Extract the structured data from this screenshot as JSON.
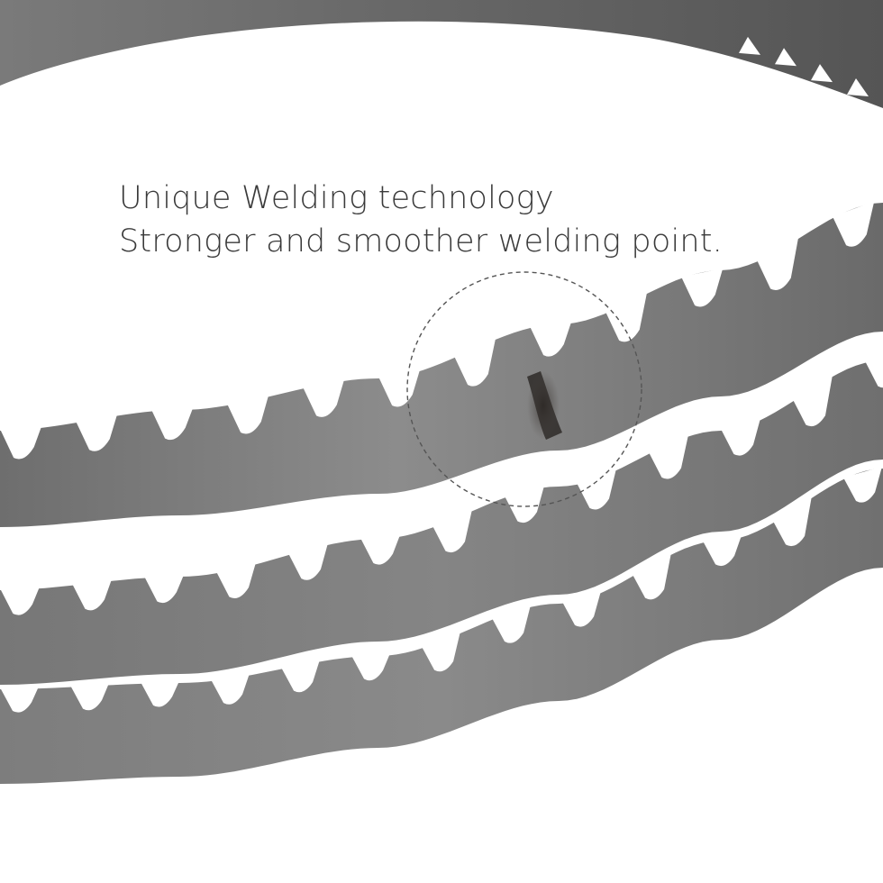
{
  "caption": {
    "line1": "Unique Welding technology",
    "line2": "Stronger and smoother welding point."
  },
  "colors": {
    "background": "#ffffff",
    "blade_light": "#8e8e8e",
    "blade_mid": "#737373",
    "blade_dark": "#5a5a5a",
    "weld_mark": "#2e2a28",
    "caption_text": "#3a3a3a",
    "highlight_circle": "#555555"
  },
  "scene": {
    "subject": "band-saw-blade-coil",
    "highlight": "dashed-circle-around-weld-point"
  }
}
